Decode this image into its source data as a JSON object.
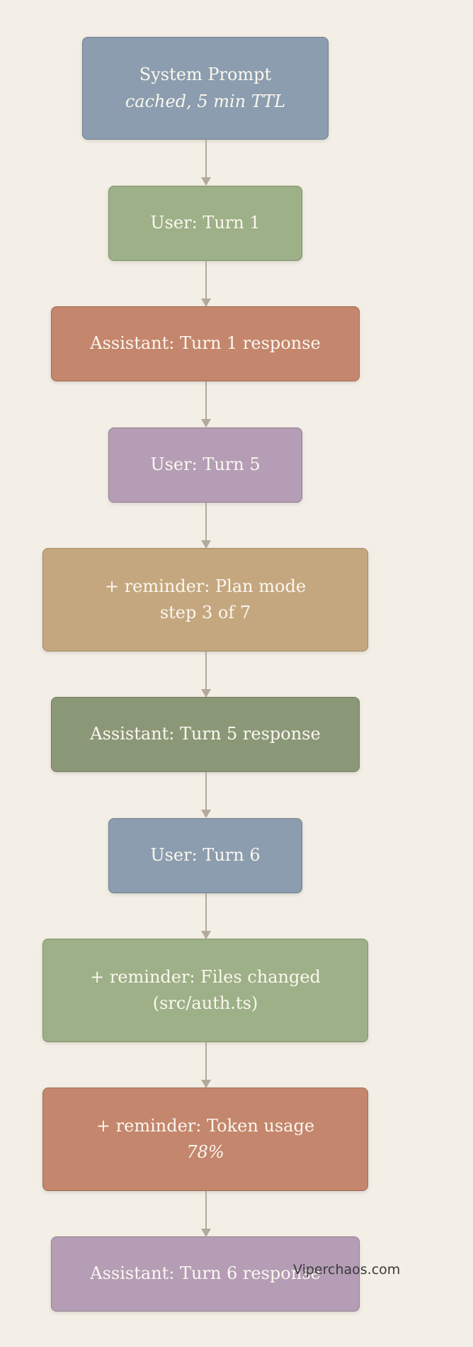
{
  "diagram": {
    "nodes": [
      {
        "label": "System Prompt",
        "sublabel": "cached, 5 min TTL",
        "color": "#8b9dae"
      },
      {
        "label": "User: Turn 1",
        "sublabel": "",
        "color": "#9db087"
      },
      {
        "label": "Assistant: Turn 1 response",
        "sublabel": "",
        "color": "#c4866c"
      },
      {
        "label": "User: Turn 5",
        "sublabel": "",
        "color": "#b49db5"
      },
      {
        "label": "+ reminder: Plan mode",
        "sublabel": "step 3 of 7",
        "color": "#c5a77f"
      },
      {
        "label": "Assistant: Turn 5 response",
        "sublabel": "",
        "color": "#8b9878"
      },
      {
        "label": "User: Turn 6",
        "sublabel": "",
        "color": "#8b9dae"
      },
      {
        "label": "+ reminder: Files changed",
        "sublabel": "(src/auth.ts)",
        "color": "#9db087"
      },
      {
        "label": "+ reminder: Token usage",
        "sublabel": "78%",
        "color": "#c4866c"
      },
      {
        "label": "Assistant: Turn 6 response",
        "sublabel": "",
        "color": "#b49db5"
      }
    ]
  },
  "watermark": "Viperchaos.com"
}
